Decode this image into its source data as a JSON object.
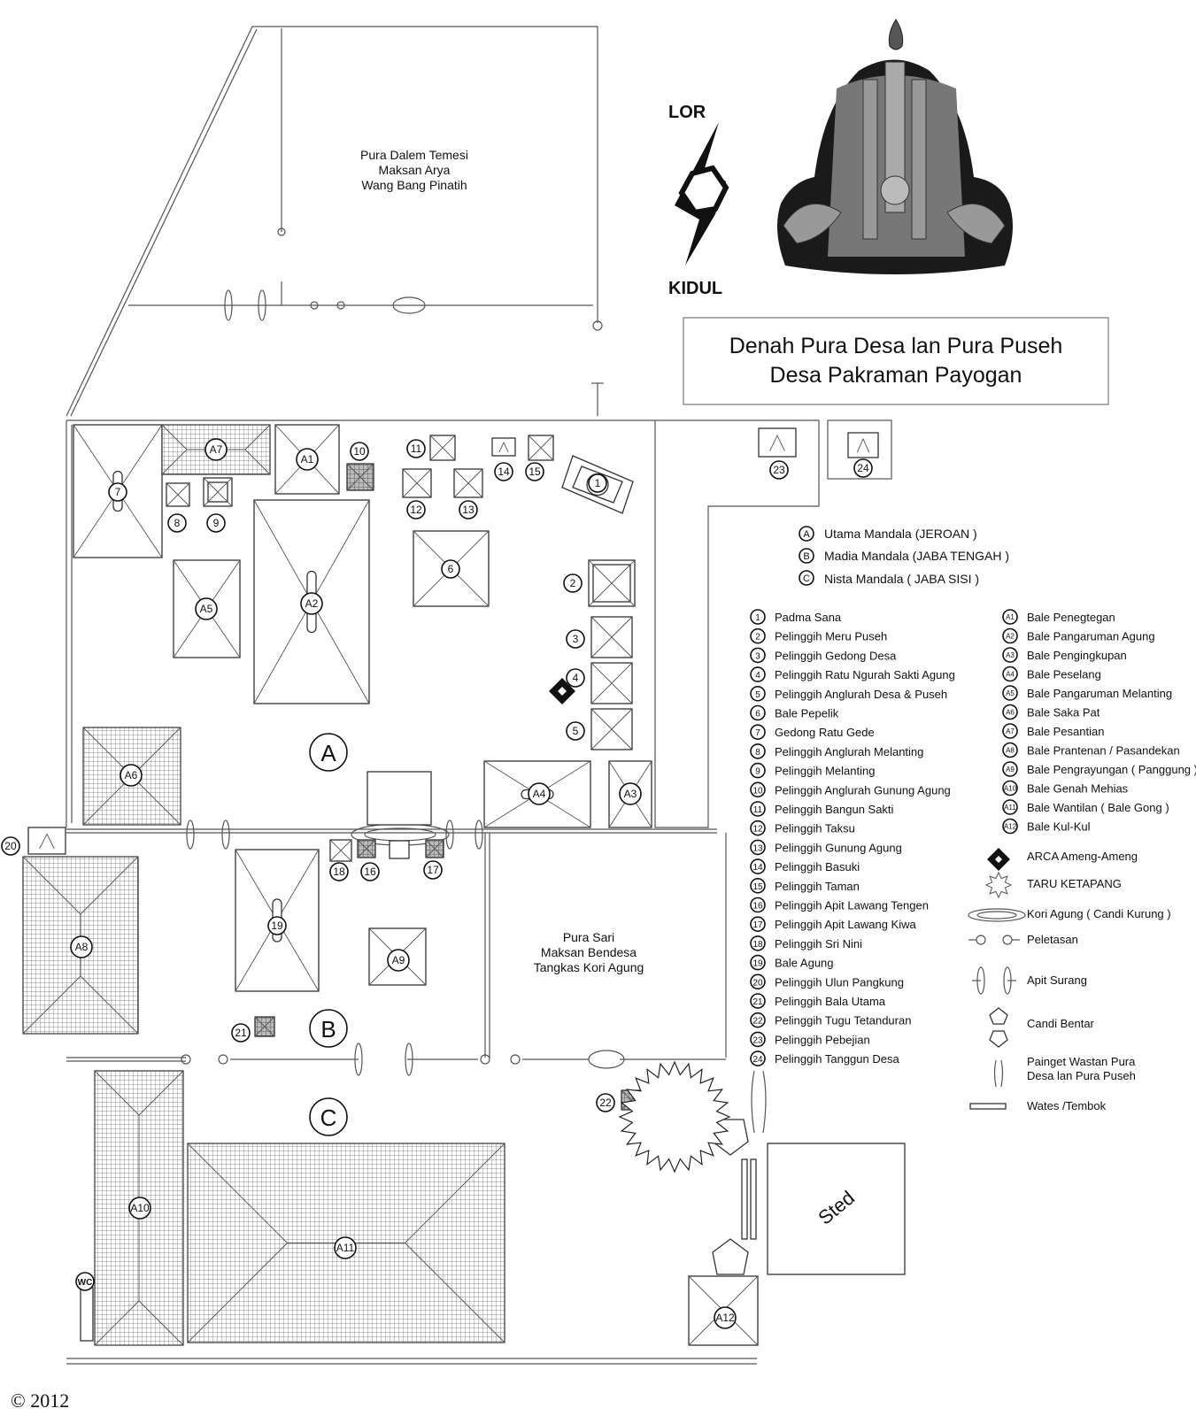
{
  "title": {
    "line1": "Denah Pura Desa lan Pura Puseh",
    "line2": "Desa Pakraman Payogan"
  },
  "compass": {
    "north": "LOR",
    "south": "KIDUL"
  },
  "areas": {
    "pura_dalem": [
      "Pura Dalem Temesi",
      "Maksan Arya",
      "Wang Bang Pinatih"
    ],
    "pura_sari": [
      "Pura Sari",
      "Maksan Bendesa",
      "Tangkas Kori Agung"
    ],
    "sted": "Sted",
    "wc": "WC"
  },
  "zones": [
    {
      "id": "A",
      "label": "Utama Mandala (JEROAN )"
    },
    {
      "id": "B",
      "label": "Madia Mandala (JABA TENGAH )"
    },
    {
      "id": "C",
      "label": "Nista Mandala ( JABA SISI )"
    }
  ],
  "legend_numbers": [
    {
      "id": "1",
      "label": "Padma Sana"
    },
    {
      "id": "2",
      "label": "Pelinggih Meru Puseh"
    },
    {
      "id": "3",
      "label": "Pelinggih Gedong Desa"
    },
    {
      "id": "4",
      "label": "Pelinggih Ratu Ngurah Sakti Agung"
    },
    {
      "id": "5",
      "label": "Pelinggih Anglurah Desa & Puseh"
    },
    {
      "id": "6",
      "label": "Bale Pepelik"
    },
    {
      "id": "7",
      "label": "Gedong Ratu Gede"
    },
    {
      "id": "8",
      "label": "Pelinggih Anglurah Melanting"
    },
    {
      "id": "9",
      "label": "Pelinggih  Melanting"
    },
    {
      "id": "10",
      "label": "Pelinggih Anglurah Gunung Agung"
    },
    {
      "id": "11",
      "label": "Pelinggih  Bangun Sakti"
    },
    {
      "id": "12",
      "label": "Pelinggih  Taksu"
    },
    {
      "id": "13",
      "label": "Pelinggih Gunung Agung"
    },
    {
      "id": "14",
      "label": "Pelinggih Basuki"
    },
    {
      "id": "15",
      "label": "Pelinggih  Taman"
    },
    {
      "id": "16",
      "label": "Pelinggih Apit Lawang Tengen"
    },
    {
      "id": "17",
      "label": "Pelinggih Apit Lawang Kiwa"
    },
    {
      "id": "18",
      "label": "Pelinggih  Sri Nini"
    },
    {
      "id": "19",
      "label": "Bale Agung"
    },
    {
      "id": "20",
      "label": "Pelinggih Ulun Pangkung"
    },
    {
      "id": "21",
      "label": "Pelinggih Bala Utama"
    },
    {
      "id": "22",
      "label": "Pelinggih Tugu Tetanduran"
    },
    {
      "id": "23",
      "label": "Pelinggih Pebejian"
    },
    {
      "id": "24",
      "label": "Pelinggih Tanggun Desa"
    }
  ],
  "legend_a": [
    {
      "id": "A1",
      "label": "Bale Penegtegan"
    },
    {
      "id": "A2",
      "label": "Bale Pangaruman Agung"
    },
    {
      "id": "A3",
      "label": "Bale Pengingkupan"
    },
    {
      "id": "A4",
      "label": "Bale Peselang"
    },
    {
      "id": "A5",
      "label": "Bale Pangaruman Melanting"
    },
    {
      "id": "A6",
      "label": "Bale Saka Pat"
    },
    {
      "id": "A7",
      "label": "Bale Pesantian"
    },
    {
      "id": "A8",
      "label": "Bale Prantenan /  Pasandekan"
    },
    {
      "id": "A9",
      "label": "Bale Pengrayungan ( Panggung  )"
    },
    {
      "id": "A10",
      "label": "Bale Genah Mehias"
    },
    {
      "id": "A11",
      "label": "Bale Wantilan ( Bale Gong )"
    },
    {
      "id": "A12",
      "label": "Bale Kul-Kul"
    }
  ],
  "legend_symbols": [
    {
      "icon": "diamond-icon",
      "label": "ARCA  Ameng-Ameng"
    },
    {
      "icon": "star-icon",
      "label": "TARU KETAPANG"
    },
    {
      "icon": "gate-ellipse-icon",
      "label": "Kori Agung ( Candi Kurung )"
    },
    {
      "icon": "peletasan-icon",
      "label": "Peletasan"
    },
    {
      "icon": "apit-surang-icon",
      "label": "Apit Surang"
    },
    {
      "icon": "pentagon-icon",
      "label": "Candi Bentar"
    },
    {
      "icon": "sign-icon",
      "label": "Painget Wastan Pura\nDesa lan Pura Puseh"
    },
    {
      "icon": "wall-icon",
      "label": "Wates /Tembok"
    }
  ],
  "copyright": "© 2012"
}
